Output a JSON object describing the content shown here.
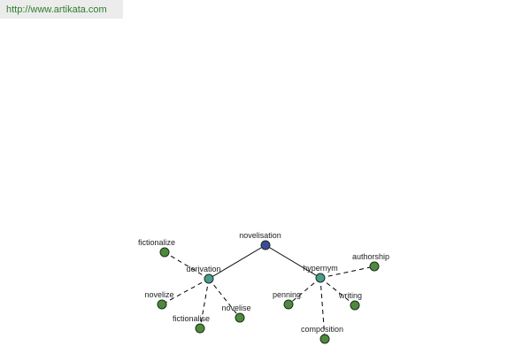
{
  "header": {
    "url": "http://www.artikata.com"
  },
  "graph": {
    "colors": {
      "root": "#3b4a9a",
      "relation": "#4b9a8e",
      "leaf": "#4f8a3c",
      "edge": "#000000"
    },
    "nodes": [
      {
        "id": "novelisation",
        "label": "novelisation",
        "kind": "root"
      },
      {
        "id": "derivation",
        "label": "derivation",
        "kind": "relation"
      },
      {
        "id": "hypernym",
        "label": "hypernym",
        "kind": "relation"
      },
      {
        "id": "fictionalize",
        "label": "fictionalize",
        "kind": "leaf"
      },
      {
        "id": "novelize",
        "label": "novelize",
        "kind": "leaf"
      },
      {
        "id": "fictionalise",
        "label": "fictionalise",
        "kind": "leaf"
      },
      {
        "id": "novelise",
        "label": "novelise",
        "kind": "leaf"
      },
      {
        "id": "authorship",
        "label": "authorship",
        "kind": "leaf"
      },
      {
        "id": "penning",
        "label": "penning",
        "kind": "leaf"
      },
      {
        "id": "writing",
        "label": "writing",
        "kind": "leaf"
      },
      {
        "id": "composition",
        "label": "composition",
        "kind": "leaf"
      }
    ],
    "edges": [
      {
        "from": "novelisation",
        "to": "derivation",
        "style": "solid"
      },
      {
        "from": "novelisation",
        "to": "hypernym",
        "style": "solid"
      },
      {
        "from": "derivation",
        "to": "fictionalize",
        "style": "dashed"
      },
      {
        "from": "derivation",
        "to": "novelize",
        "style": "dashed"
      },
      {
        "from": "derivation",
        "to": "fictionalise",
        "style": "dashed"
      },
      {
        "from": "derivation",
        "to": "novelise",
        "style": "dashed"
      },
      {
        "from": "hypernym",
        "to": "authorship",
        "style": "dashed"
      },
      {
        "from": "hypernym",
        "to": "penning",
        "style": "dashed"
      },
      {
        "from": "hypernym",
        "to": "writing",
        "style": "dashed"
      },
      {
        "from": "hypernym",
        "to": "composition",
        "style": "dashed"
      }
    ]
  }
}
